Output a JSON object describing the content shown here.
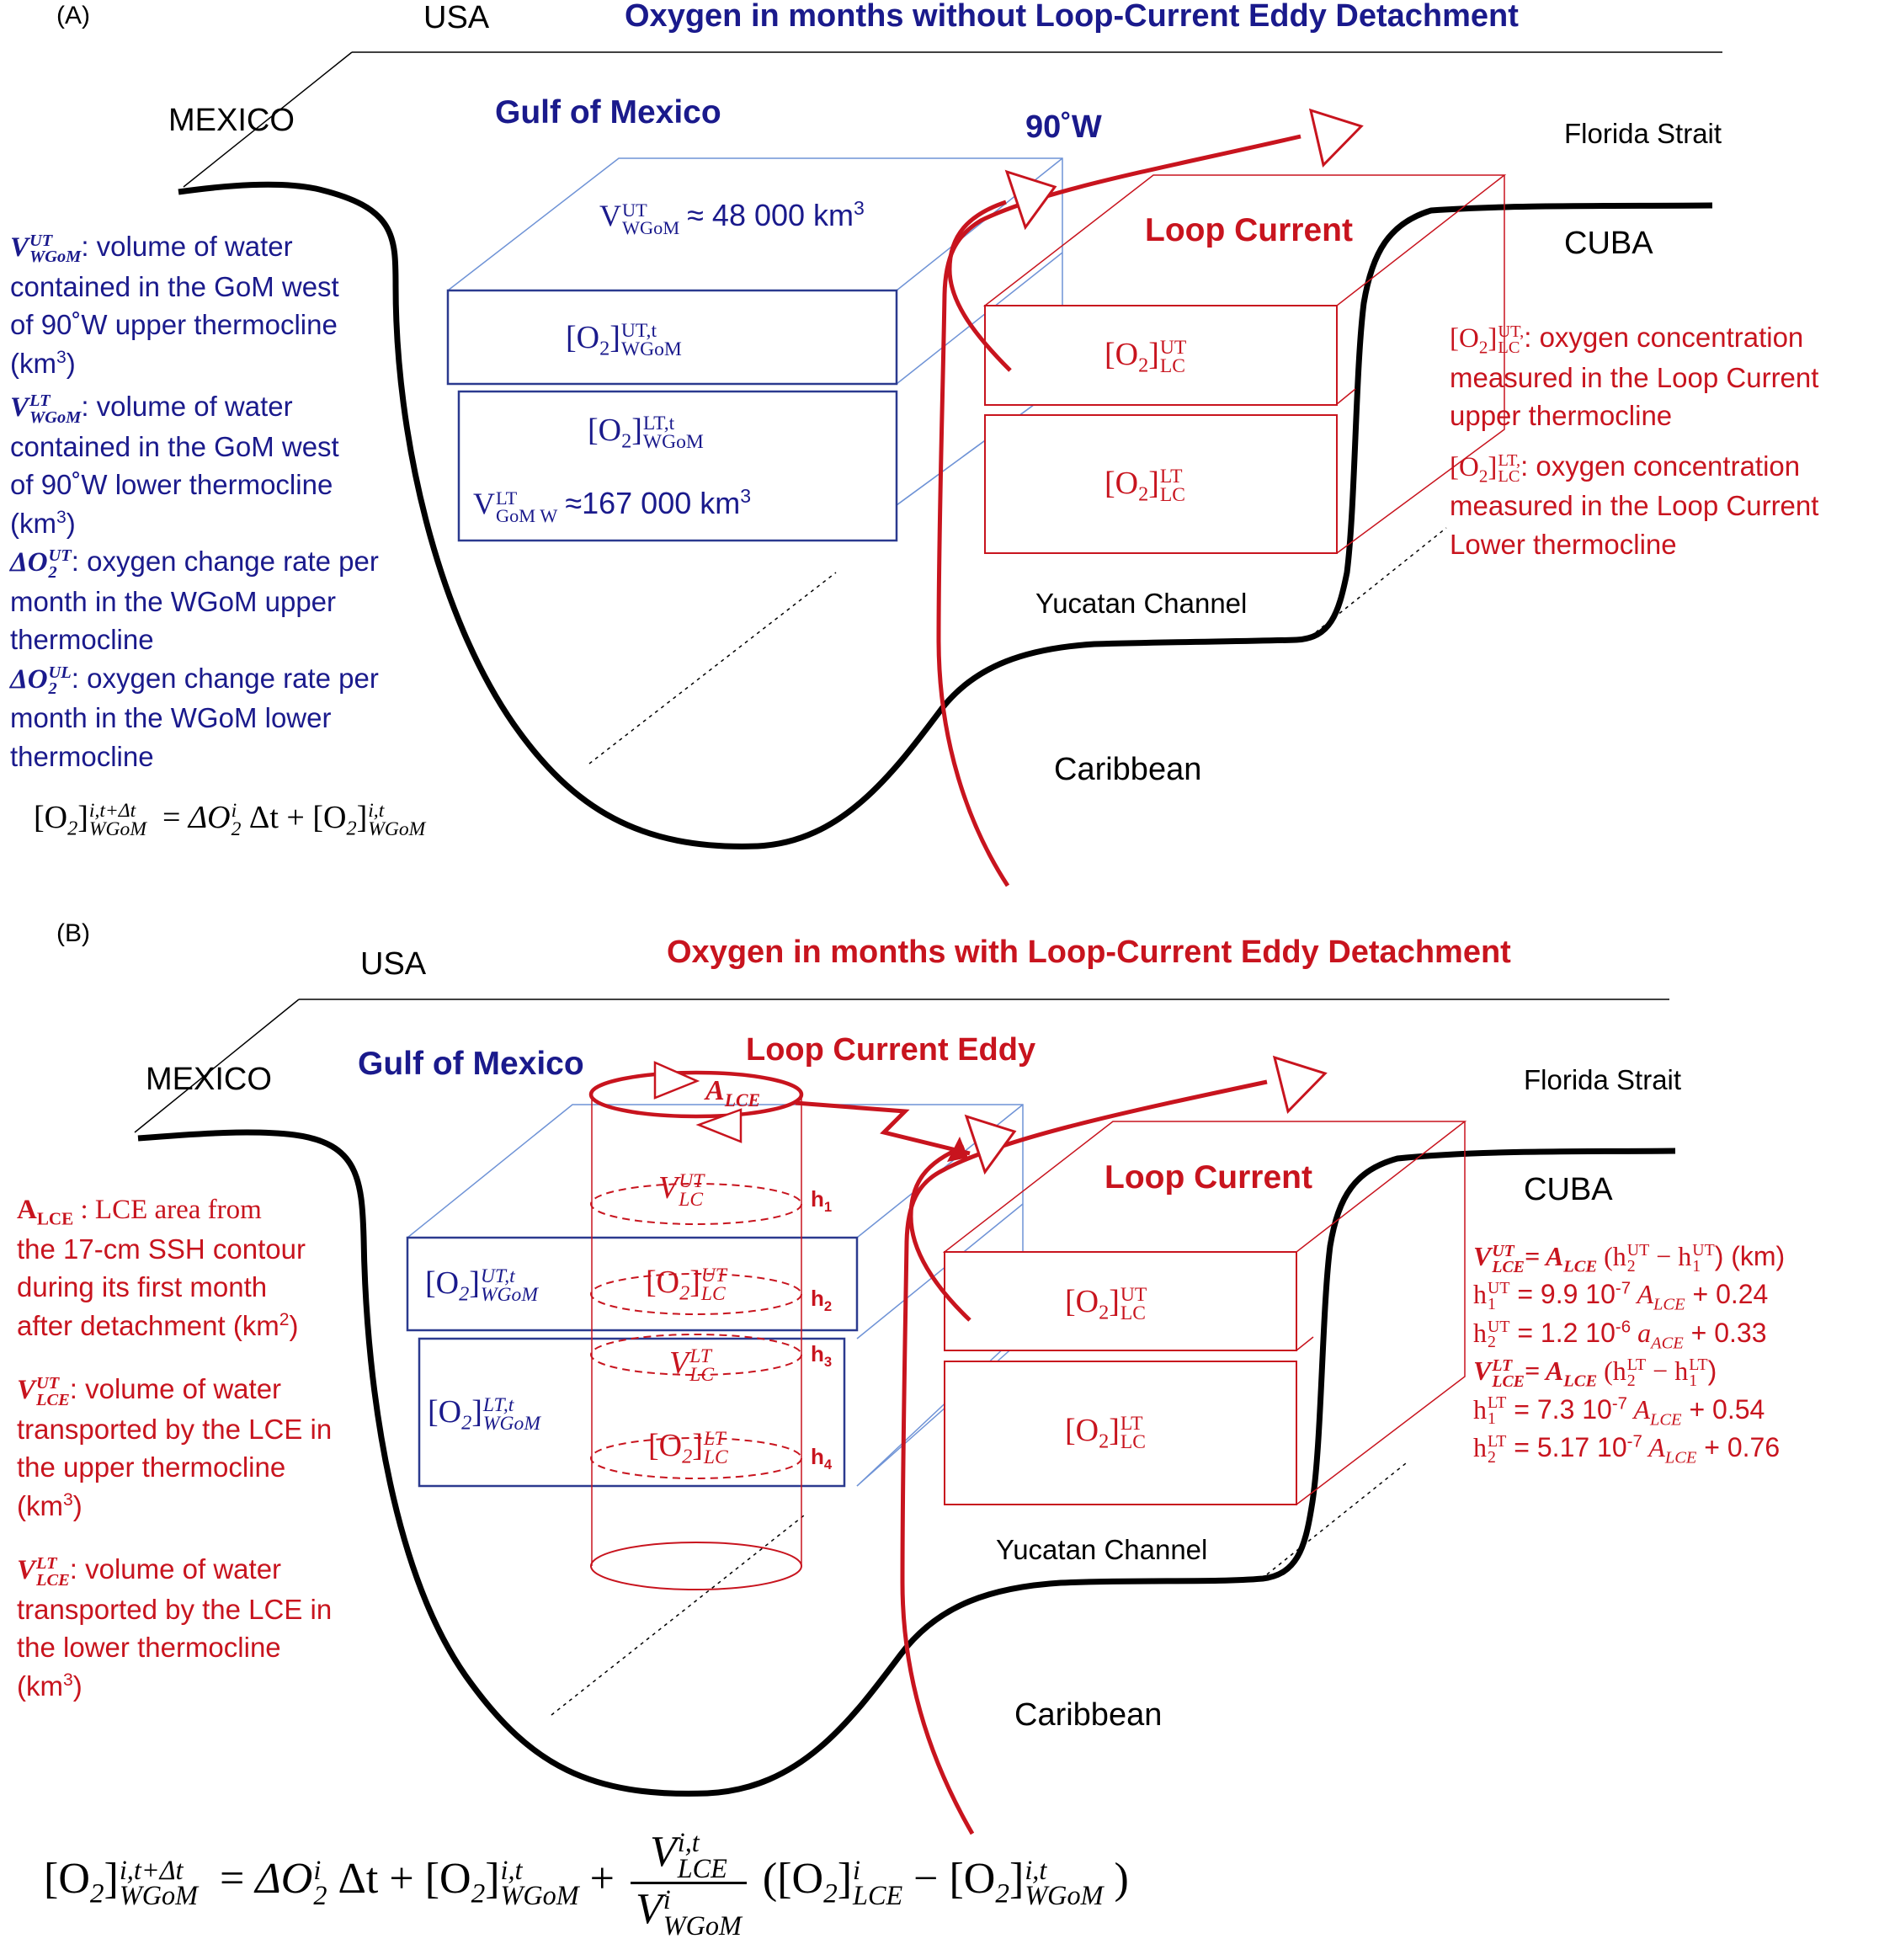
{
  "panel_a": {
    "tag": "(A)",
    "title": "Oxygen in months without Loop-Current Eddy Detachment",
    "usa": "USA",
    "mexico": "MEXICO",
    "gulf": "Gulf of Mexico",
    "meridian": "90˚W",
    "florida": "Florida Strait",
    "cuba": "CUBA",
    "loop_current": "Loop Current",
    "yucatan": "Yucatan Channel",
    "caribbean": "Caribbean",
    "v_ut_approx": "≈ 48 000 km",
    "v_ut_sym_base": "V",
    "v_ut_sym_sup": "UT",
    "v_ut_sym_sub": "WGoM",
    "v_lt_approx": "≈167 000 km",
    "v_lt_sym_sup": "LT",
    "v_lt_sym_sub": "GoM W",
    "exp3": "3",
    "o2": "[O",
    "o2_sub": "2",
    "o2_close": "]",
    "wgom_ut_sup": "UT,t",
    "wgom_lt_sup": "LT,t",
    "wgom_sub": "WGoM",
    "lc_ut_sup": "UT",
    "lc_lt_sup": "LT",
    "lc_sub": "LC",
    "left_notes": {
      "vut_sup": "UT",
      "vut_sub": "WGoM",
      "vut_l1": ": volume of water",
      "vut_l2": "contained in the GoM west",
      "vut_l3": "of 90˚W  upper thermocline",
      "vut_l4": "(km",
      "vlt_sup": "LT",
      "vlt_sub": "WGoM",
      "vlt_l1": ": volume of water",
      "vlt_l2": "contained in the GoM west",
      "vlt_l3": "of 90˚W  lower thermocline",
      "vlt_l4": "(km",
      "dut_sym": "ΔO",
      "dut_sup": "UT",
      "dut_sub": "2",
      "dut_l1": ": oxygen change rate per",
      "dut_l2": "month in the WGoM upper",
      "dut_l3": "thermocline",
      "dul_sup": "UL",
      "dul_l1": ": oxygen change rate per",
      "dul_l2": "month in the WGoM lower",
      "dul_l3": "thermocline",
      "close3": ")"
    },
    "right_notes": {
      "ut_sup": "UT,",
      "ut_l1": ": oxygen concentration",
      "ut_l2": "measured in the Loop Current",
      "ut_l3": "upper thermocline",
      "lt_sup": "LT,",
      "lt_l1": ": oxygen concentration",
      "lt_l2": "measured in the Loop Current",
      "lt_l3": "Lower thermocline"
    },
    "equation": {
      "lhs_sup": "i,t+Δt",
      "lhs_sub": "WGoM",
      "eq": "=",
      "delta": "ΔO",
      "delta_sup": "i",
      "delta_sub": "2",
      "dt": "Δt +",
      "rhs_sup": "i,t",
      "rhs_sub": "WGoM"
    }
  },
  "panel_b": {
    "tag": "(B)",
    "title": "Oxygen in months with Loop-Current Eddy Detachment",
    "usa": "USA",
    "mexico": "MEXICO",
    "gulf": "Gulf of Mexico",
    "lce_title": "Loop Current Eddy",
    "florida": "Florida Strait",
    "cuba": "CUBA",
    "loop_current": "Loop Current",
    "yucatan": "Yucatan Channel",
    "caribbean": "Caribbean",
    "a_lce": "A",
    "a_lce_sub": "LCE",
    "h1": "h",
    "h_sub1": "1",
    "h_sub2": "2",
    "h_sub3": "3",
    "h_sub4": "4",
    "v": "V",
    "vlc_ut_sup": "UT",
    "vlc_lt_sup": "LT",
    "lc_sub": "LC",
    "wgom_ut_sup": "UT,t",
    "wgom_lt_sup": "LT,t",
    "wgom_sub": "WGoM",
    "o2": "[O",
    "o2_sub": "2",
    "o2_close": "]",
    "lc_ut_sup": "UT",
    "lc_lt_sup": "LT",
    "left_notes": {
      "a_sym": "A",
      "a_sub": "LCE",
      "a_l1": " : LCE area from",
      "a_l2": "the 17-cm SSH contour",
      "a_l3": "during its first month",
      "a_l4": "after detachment (km",
      "exp2": "2",
      "close": ")",
      "v_sym": "V",
      "vut_sup": "UT",
      "v_sub": "LCE",
      "vut_l1": ": volume of water",
      "vut_l2": "transported by the LCE in",
      "vut_l3": "the upper thermocline",
      "km": "(km",
      "exp3": "3",
      "vlt_sup": "LT",
      "vlt_l1": ": volume of water",
      "vlt_l2": "transported by the LCE in",
      "vlt_l3": "the lower thermocline"
    },
    "right_notes": {
      "v_sym": "V",
      "ut_sup": "UT",
      "lt_sup": "LT",
      "v_sub": "LCE",
      "eq_a": "= A",
      "a_sub": "LCE",
      "paren_open": " (h",
      "h2": "2",
      "h1": "1",
      "minus": " − h",
      "ut_unit": ") (km)",
      "lt_close": ")",
      "h1ut_rhs": " = 9.9 10",
      "exp7": "-7",
      "exp6": "-6",
      "a_term": " A",
      "plus024": " + 0.24",
      "h2ut_rhs": " = 1.2 10",
      "a_ace": " a",
      "ace_sub": "ACE",
      "plus033": " + 0.33",
      "h1lt_rhs": " = 7.3 10",
      "plus054": " + 0.54",
      "h2lt_rhs": " = 5.17 10",
      "plus076": " + 0.76"
    },
    "equation": {
      "lhs_sup": "i,t+Δt",
      "lhs_sub": "WGoM",
      "eq": "=",
      "delta": "ΔO",
      "delta_sup": "i",
      "delta_sub": "2",
      "dt": "Δt +",
      "rhs_sup": "i,t",
      "rhs_sub": "WGoM",
      "plus": "+",
      "frac_num": "V",
      "frac_num_sup": "i,t",
      "frac_num_sub": "LCE",
      "frac_den": "V",
      "frac_den_sup": "i",
      "frac_den_sub": "WGoM",
      "open": "(",
      "lce_sup": "i",
      "lce_sub": "LCE",
      "minus": "−",
      "last_sup": "i,t",
      "last_sub": "WGoM",
      "close": ")"
    }
  },
  "colors": {
    "navy": "#1a1a8c",
    "red": "#c8141e",
    "box_blue": "#2b3a8f",
    "light_blue": "#6f93d6",
    "coast": "#000000"
  }
}
